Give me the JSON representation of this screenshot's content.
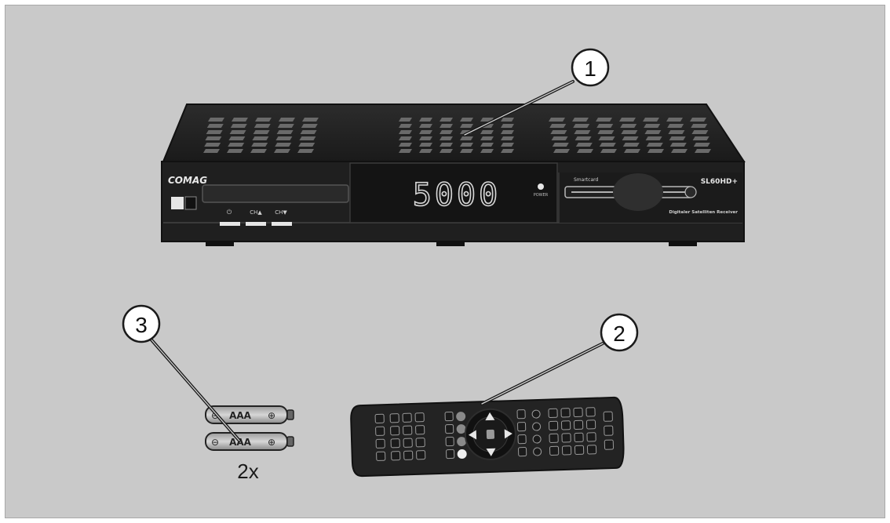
{
  "callouts": [
    {
      "number": "1",
      "target": "receiver"
    },
    {
      "number": "2",
      "target": "remote"
    },
    {
      "number": "3",
      "target": "batteries"
    }
  ],
  "receiver": {
    "brand": "COMAG",
    "model": "SL60HD+",
    "display": "5000",
    "power_label": "POWER",
    "smartcard_label": "Smartcard",
    "subtitle": "Digitaler Satelliten Receiver",
    "button_labels": [
      "⏻",
      "CH▲",
      "CH▼"
    ]
  },
  "batteries": {
    "cell_label": "AAA",
    "quantity": "2x"
  },
  "colors": {
    "background": "#c9c9c9",
    "device": "#1e1e1e",
    "vents": "#6a6a6a",
    "line": "#1a1a1a"
  }
}
